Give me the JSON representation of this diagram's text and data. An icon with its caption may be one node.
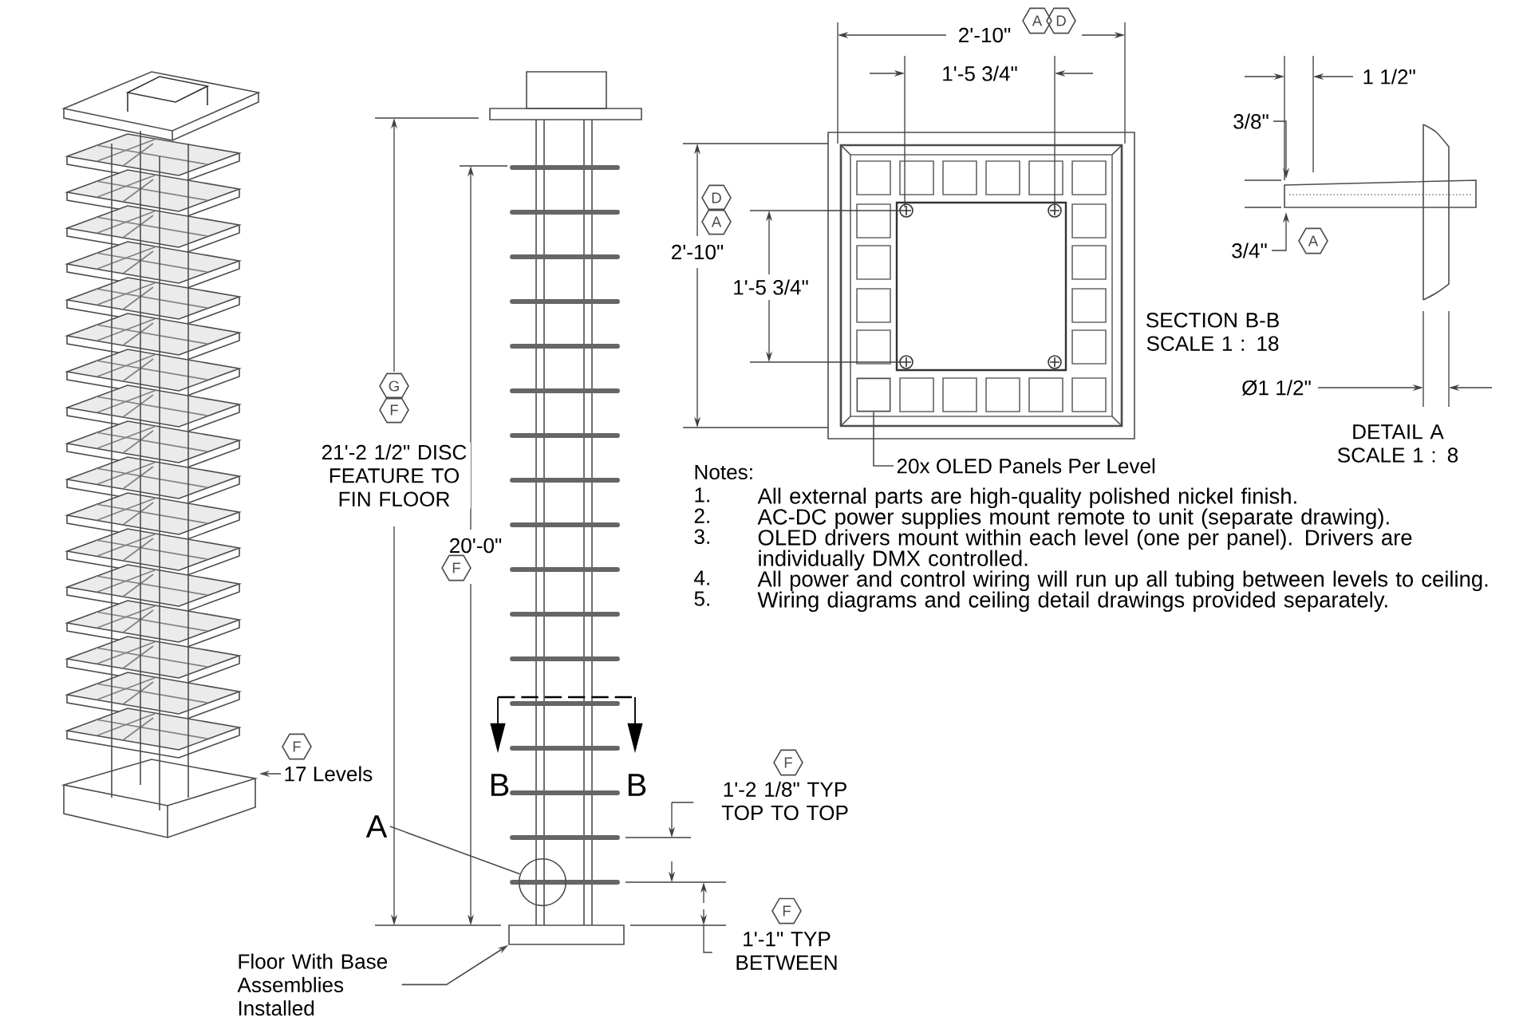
{
  "diagram": {
    "nodes": [
      {
        "text": [
          "17 Levels"
        ]
      },
      {
        "text": [],
        "shape": "picture"
      },
      {
        "text": [
          "A"
        ]
      },
      {
        "text": [],
        "shape": "circle"
      },
      {
        "text": [
          "Floor With Base Assemblies Installed"
        ]
      },
      {
        "text": [],
        "shape": "box"
      },
      {
        "text": [
          "20x OLED Panels Per Level"
        ]
      },
      {
        "text": [],
        "shape": "box"
      }
    ],
    "edges": [
      {
        "from": 0,
        "to": 1,
        "arrow": "to"
      },
      {
        "from": 2,
        "to": 3,
        "arrow": "none"
      },
      {
        "from": 4,
        "to": 5,
        "arrow": "to"
      },
      {
        "from": 6,
        "to": 7,
        "arrow": "none"
      }
    ],
    "labels": [
      "A",
      "D",
      "2'-10\"",
      "1'-5 3/4\"",
      "1 1/2\"",
      "3/8\"",
      "D",
      "A",
      "2'-10\"",
      "1'-5 3/4\"",
      "3/4\"",
      "A",
      "SECTION B-B SCALE 1 : 18",
      "G",
      "Ø1 1/2\"",
      "F",
      "21'-2 1/2\" DISC FEATURE TO FIN FLOOR",
      "DETAIL A SCALE 1 : 8",
      "20'-0\"",
      "F",
      "Notes:",
      "1.",
      "All external parts are high-quality polished nickel finish.",
      "2.",
      "AC-DC power supplies mount remote to unit (separate drawing).",
      "3.",
      "OLED drivers mount within each level (one per panel). Drivers are individually DMX controlled.",
      "4.",
      "All power and control wiring will run up all tubing between levels to ceiling.",
      "5.",
      "Wiring diagrams and ceiling detail drawings provided separately.",
      "B",
      "B",
      "F",
      "F",
      "1'-2 1/8\" TYP TOP TO TOP",
      "F",
      "1'-1\" TYP BETWEEN"
    ]
  }
}
